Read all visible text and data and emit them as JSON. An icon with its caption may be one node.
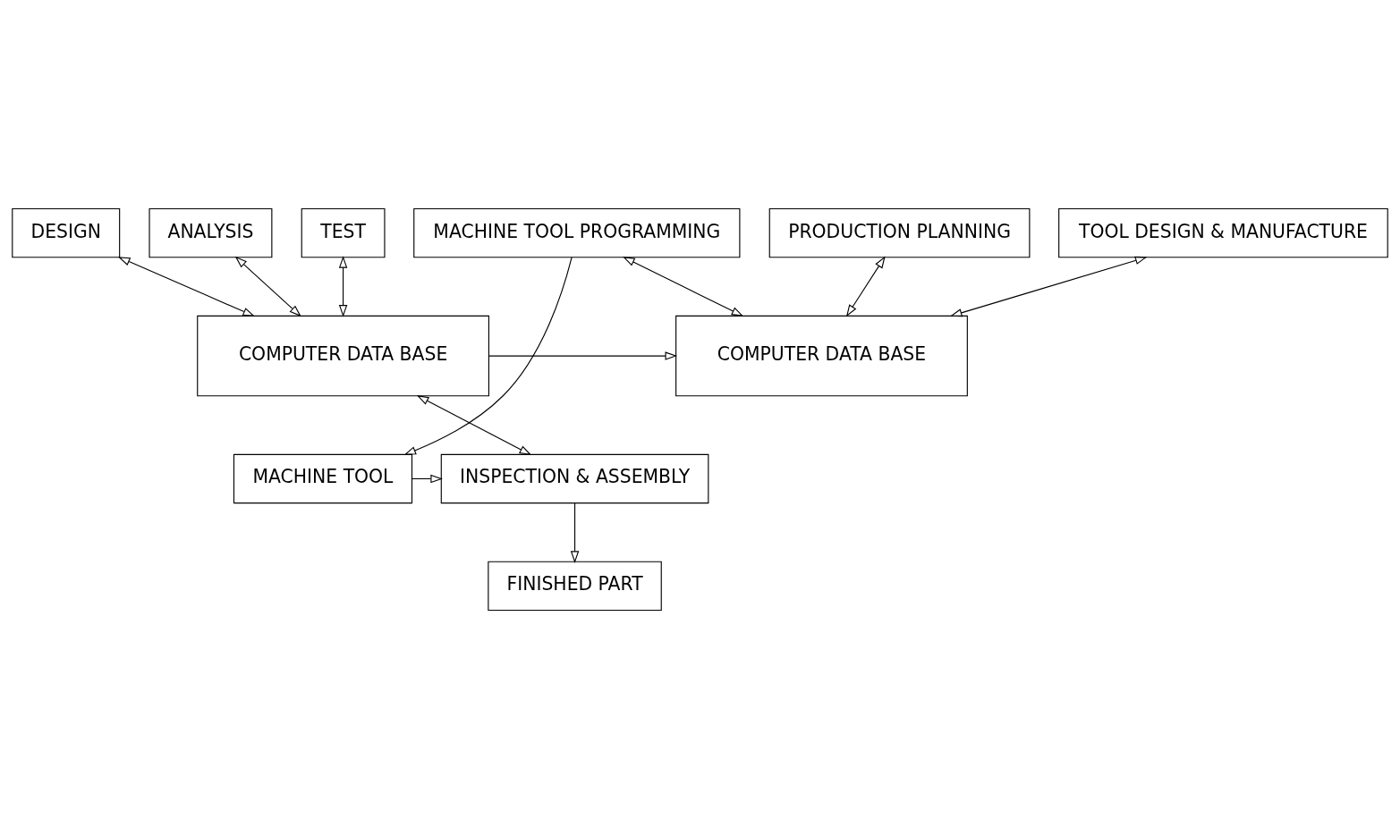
{
  "diagram": {
    "nodes": [
      {
        "text": [
          "DESIGN"
        ]
      },
      {
        "text": [
          "ANALYSIS"
        ]
      },
      {
        "text": [
          "TEST"
        ]
      },
      {
        "text": [
          "PRODUCTION PLANNING"
        ]
      },
      {
        "text": [
          "TOOL DESIGN & MANUFACTURE"
        ]
      },
      {
        "text": [
          "MACHINE TOOL PROGRAMMING"
        ]
      },
      {
        "text": [
          "COMPUTER DATA BASE"
        ]
      },
      {
        "text": [
          "COMPUTER DATA BASE"
        ]
      },
      {
        "text": [
          "INSPECTION & ASSEMBLY"
        ]
      },
      {
        "text": [
          "MACHINE TOOL"
        ]
      },
      {
        "text": [
          "FINISHED PART"
        ]
      }
    ],
    "edges": [
      {
        "from": 0,
        "to": 6,
        "arrow": "both"
      },
      {
        "from": 1,
        "to": 6,
        "arrow": "both"
      },
      {
        "from": 2,
        "to": 6,
        "arrow": "both"
      },
      {
        "from": 3,
        "to": 7,
        "arrow": "both"
      },
      {
        "from": 4,
        "to": 7,
        "arrow": "both"
      },
      {
        "from": 5,
        "to": 7,
        "arrow": "both"
      },
      {
        "from": 6,
        "to": 7,
        "arrow": "to"
      },
      {
        "from": 6,
        "to": 8,
        "arrow": "both"
      },
      {
        "from": 5,
        "to": 9,
        "arrow": "to"
      },
      {
        "from": 9,
        "to": 8,
        "arrow": "to"
      },
      {
        "from": 8,
        "to": 10,
        "arrow": "to"
      }
    ]
  }
}
